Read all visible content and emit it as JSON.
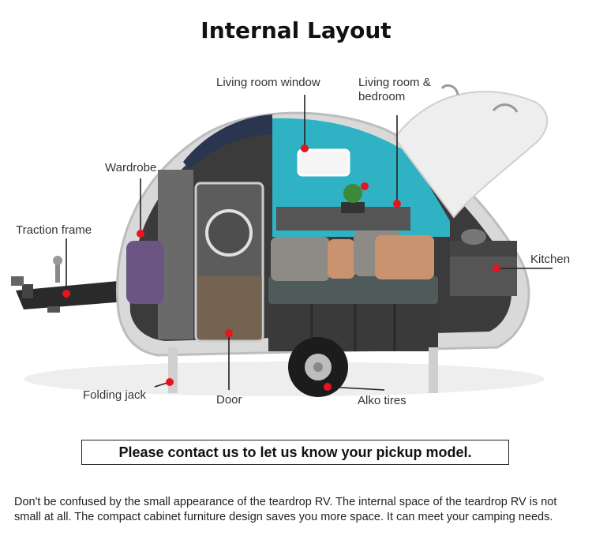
{
  "title": "Internal Layout",
  "labels": {
    "living_room_window": "Living room window",
    "living_room_bedroom_1": "Living room &",
    "living_room_bedroom_2": "bedroom",
    "wardrobe": "Wardrobe",
    "traction_frame": "Traction frame",
    "kitchen": "Kitchen",
    "folding_jack": "Folding jack",
    "door": "Door",
    "alko_tires": "Alko tires"
  },
  "cta_text": "Please contact us to let us know your pickup model.",
  "description": "Don't be confused by the small appearance of the teardrop RV. The internal space of the teardrop RV is not small at all. The compact cabinet furniture design saves you more space. It can meet your camping needs.",
  "colors": {
    "marker": "#e8141b",
    "teal_wall": "#2fb3c4",
    "shell": "#e9e9e9"
  }
}
